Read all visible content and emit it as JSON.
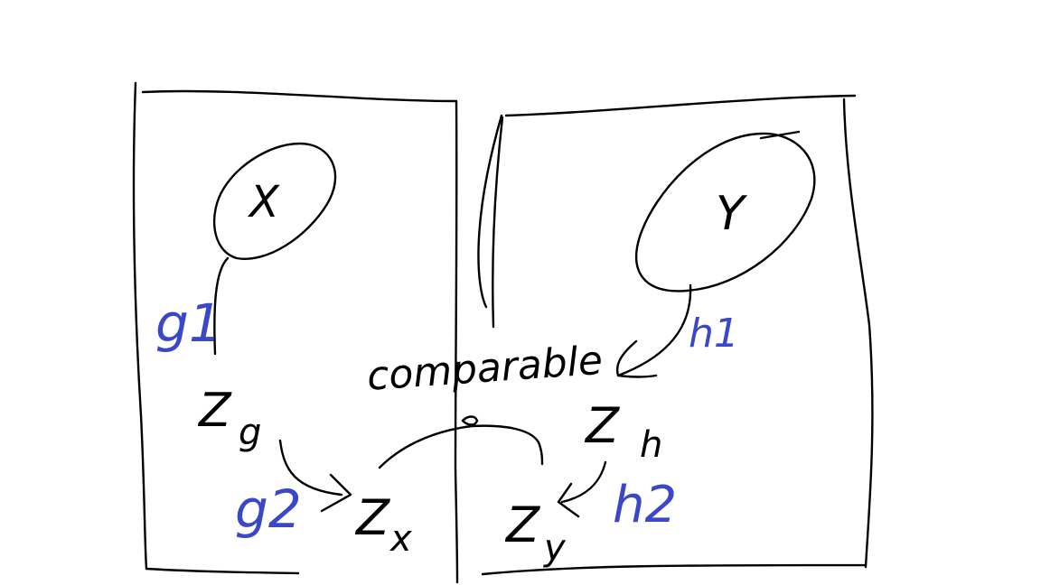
{
  "colors": {
    "ink": "#000000",
    "blue_ink": "#3a47c8",
    "background": "#ffffff"
  },
  "labels": {
    "x_set": "X",
    "y_set": "Y",
    "g1": "g1",
    "g2": "g2",
    "h1": "h1",
    "h2": "h2",
    "z_g_main": "Z",
    "z_g_sub": "g",
    "z_h_main": "Z",
    "z_h_sub": "h",
    "z_x_main": "Z",
    "z_x_sub": "x",
    "z_y_main": "Z",
    "z_y_sub": "y",
    "comparable": "comparable"
  }
}
